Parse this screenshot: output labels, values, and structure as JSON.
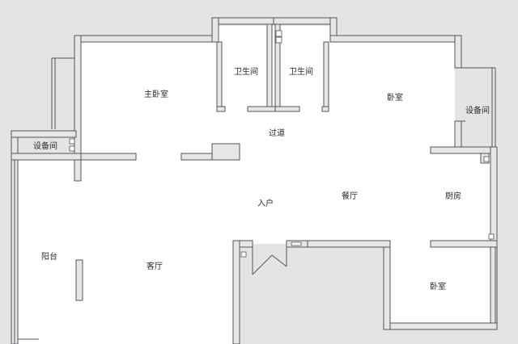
{
  "rooms": {
    "master_bedroom": "主卧室",
    "bathroom_left": "卫生间",
    "bathroom_right": "卫生间",
    "bedroom_top": "卧室",
    "equipment_right": "设备间",
    "equipment_left": "设备间",
    "corridor": "过道",
    "entrance": "入户",
    "dining": "餐厅",
    "kitchen": "厨房",
    "balcony": "阳台",
    "living_room": "客厅",
    "bedroom_bottom": "卧室"
  },
  "colors": {
    "background": "#e4e4e6",
    "floor": "#ffffff",
    "wall_fill": "#e6e6e8",
    "wall_stroke": "#55555a",
    "text": "#2b2b2b"
  }
}
